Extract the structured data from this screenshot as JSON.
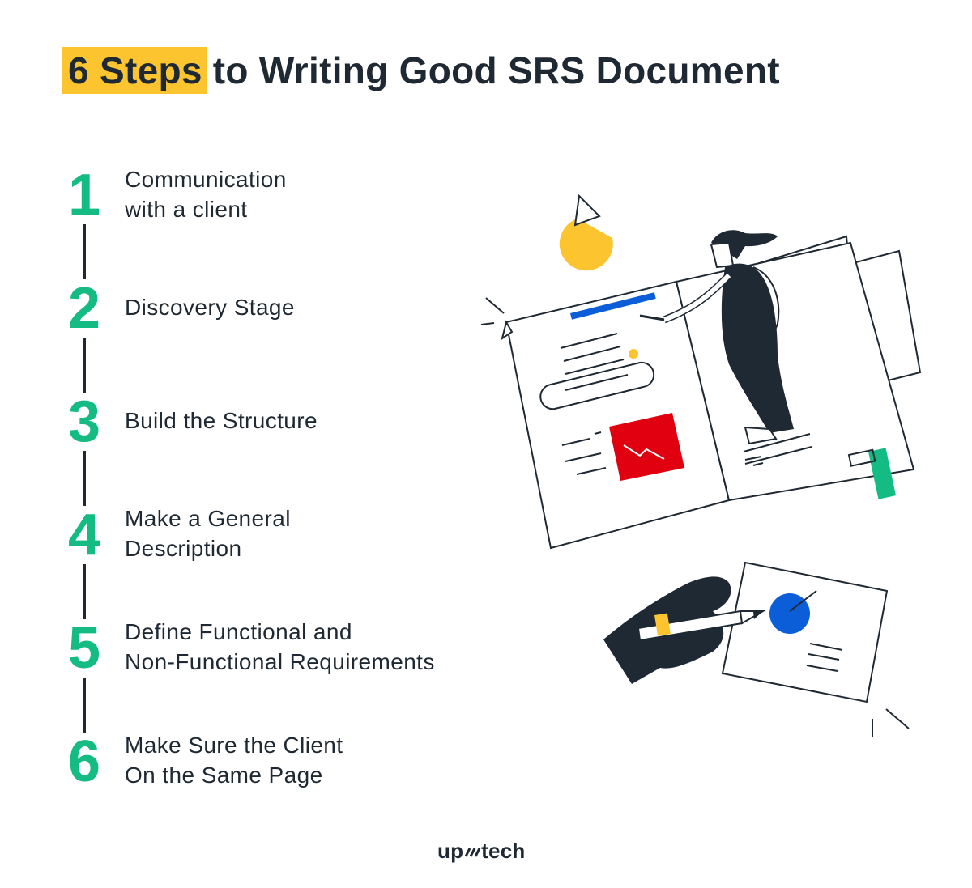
{
  "title": {
    "highlight": "6 Steps",
    "text": "6 Steps to Writing Good SRS Document",
    "highlight_color": "#FCC52F"
  },
  "colors": {
    "accent_green": "#14BC84",
    "text_dark": "#1F2933",
    "highlight_yellow": "#FCC52F",
    "illus_blue": "#0B5ED7",
    "illus_red": "#E0000F"
  },
  "steps": [
    {
      "number": "1",
      "line1": "Communication",
      "line2": "with a client"
    },
    {
      "number": "2",
      "line1": "Discovery Stage",
      "line2": ""
    },
    {
      "number": "3",
      "line1": "Build the Structure",
      "line2": ""
    },
    {
      "number": "4",
      "line1": "Make a General",
      "line2": "Description"
    },
    {
      "number": "5",
      "line1": "Define Functional and",
      "line2": "Non-Functional Requirements"
    },
    {
      "number": "6",
      "line1": "Make Sure the Client",
      "line2": "On the Same Page"
    }
  ],
  "illustrations": {
    "top": "woman-pointing-at-document-illustration",
    "bottom": "hand-drawing-with-pencil-illustration"
  },
  "logo": {
    "left": "up",
    "right": "tech"
  }
}
